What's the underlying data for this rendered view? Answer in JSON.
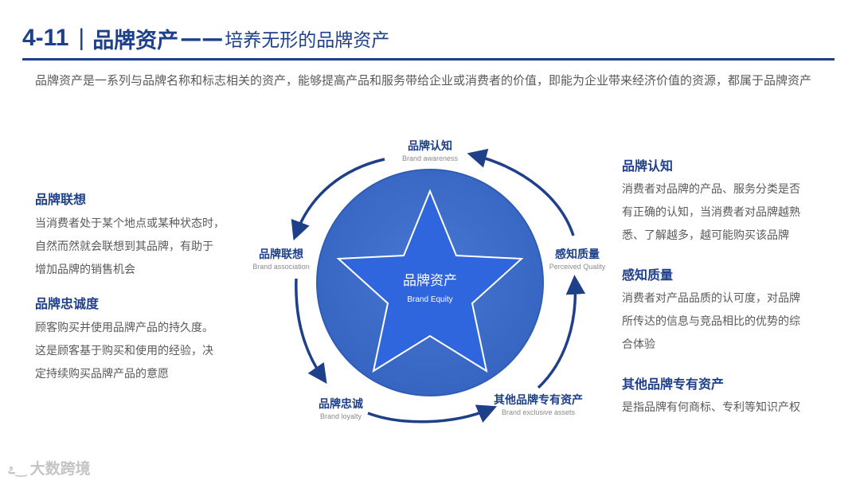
{
  "title": {
    "number": "4-11",
    "separator": "|",
    "main": "品牌资产",
    "dash": "——",
    "subtitle": "培养无形的品牌资产"
  },
  "intro": "品牌资产是一系列与品牌名称和标志相关的资产，能够提高产品和服务带给企业或消费者的价值，即能为企业带来经济价值的资源，都属于品牌资产",
  "left_blocks": [
    {
      "heading": "品牌联想",
      "lines": [
        "当消费者处于某个地点或某种状态时，",
        "自然而然就会联想到其品牌，有助于",
        "增加品牌的销售机会"
      ]
    },
    {
      "heading": "品牌忠诚度",
      "lines": [
        "顾客购买并使用品牌产品的持久度。",
        "这是顾客基于购买和使用的经验，决",
        "定持续购买品牌产品的意愿"
      ]
    }
  ],
  "right_blocks": [
    {
      "heading": "品牌认知",
      "lines": [
        "消费者对品牌的产品、服务分类是否",
        "有正确的认知，当消费者对品牌越熟",
        "悉、了解越多，越可能购买该品牌"
      ]
    },
    {
      "heading": "感知质量",
      "lines": [
        "消费者对产品品质的认可度，对品牌",
        "所传达的信息与竞品相比的优势的综",
        "合体验"
      ]
    },
    {
      "heading": "其他品牌专有资产",
      "lines": [
        "是指品牌有何商标、专利等知识产权"
      ]
    }
  ],
  "diagram": {
    "center_cn": "品牌资产",
    "center_en": "Brand Equity",
    "nodes": {
      "awareness": {
        "cn": "品牌认知",
        "en": "Brand awareness"
      },
      "association": {
        "cn": "品牌联想",
        "en": "Brand association"
      },
      "quality": {
        "cn": "感知质量",
        "en": "Perceived Quality"
      },
      "loyalty": {
        "cn": "品牌忠诚",
        "en": "Brand loyalty"
      },
      "exclusive": {
        "cn": "其他品牌专有资产",
        "en": "Brand exclusive assets"
      }
    },
    "colors": {
      "circle": "#3a6cc9",
      "star": "#2f66dd",
      "arrow": "#1e3f8a"
    }
  },
  "watermark": {
    "text": "大数跨境"
  }
}
